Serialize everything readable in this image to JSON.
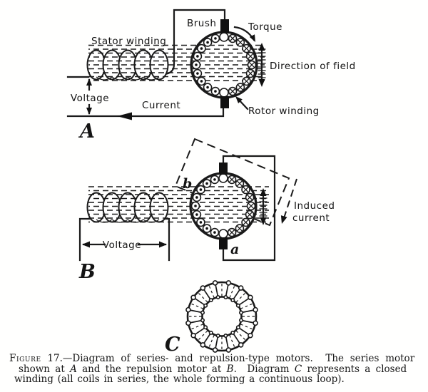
{
  "figure": {
    "diagram_a": {
      "letter": "A",
      "stator_winding": "Stator winding",
      "brush": "Brush",
      "torque": "Torque",
      "direction_of_field": "Direction of field",
      "voltage": "Voltage",
      "current": "Current",
      "rotor_winding": "Rotor winding"
    },
    "diagram_b": {
      "letter": "B",
      "voltage": "Voltage",
      "induced_line1": "Induced",
      "induced_line2": "current",
      "terminal_a": "a",
      "terminal_b": "b"
    },
    "diagram_c": {
      "letter": "C"
    },
    "caption": {
      "figure_word": "Figure",
      "line1_rest": " 17.—Diagram of series- and repulsion-type motors.  The series motor",
      "line2_seg0": "shown at ",
      "line2_italic1": "A",
      "line2_seg1": " and the repulsion motor at ",
      "line2_italic2": "B",
      "line2_seg2": ".  Diagram ",
      "line2_italic3": "C",
      "line2_seg3": " represents a closed",
      "line3": "winding (all coils in series, the whole forming a continuous loop)."
    }
  }
}
